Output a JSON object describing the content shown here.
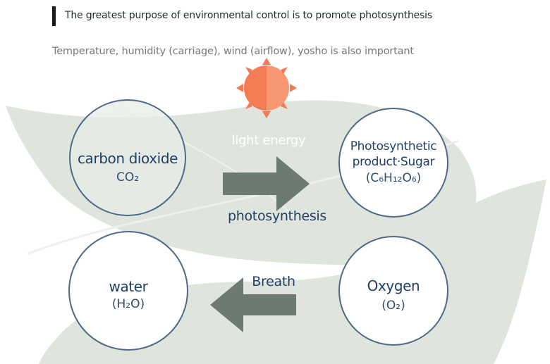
{
  "header": {
    "title": "The greatest purpose of environmental control is to promote photosynthesis",
    "subtitle": "Temperature, humidity (carriage), wind (airflow), yosho is also important"
  },
  "diagram": {
    "light_label": "light energy",
    "photosynthesis_label": "photosynthesis",
    "breath_label": "Breath",
    "nodes": {
      "co2": {
        "title": "carbon dioxide",
        "formula": "CO₂"
      },
      "product": {
        "line1": "Photosynthetic",
        "line2": "product·Sugar",
        "formula": "(C₆H₁₂O₆)"
      },
      "water": {
        "title": "water",
        "formula": "(H₂O)"
      },
      "oxygen": {
        "title": "Oxygen",
        "formula": "(O₂)"
      }
    }
  },
  "colors": {
    "leaf": "#dfe5dd",
    "leaf_light": "#edf0eb",
    "circle_stroke": "#4e6a87",
    "arrow": "#6d7a70",
    "sun": "#f47c55",
    "text_dark": "#1f3f66"
  }
}
